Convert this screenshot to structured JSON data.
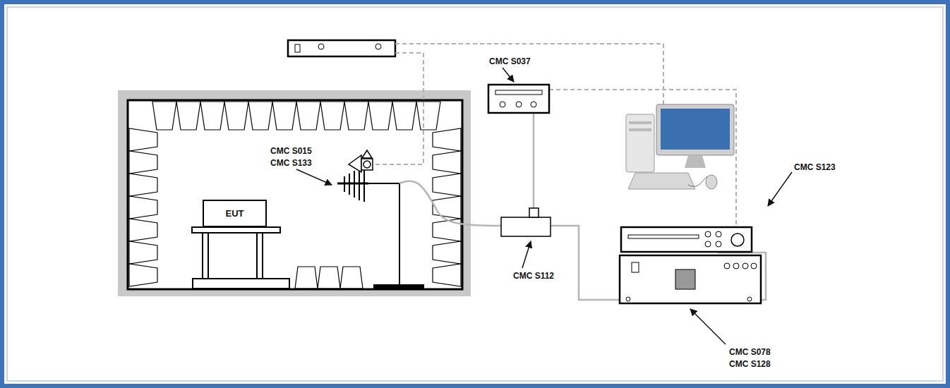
{
  "diagram": {
    "nodes": [
      {
        "text": [
          "EUT"
        ]
      }
    ],
    "labels": [
      "CMC S037",
      "CMC S015",
      "CMC S133",
      "CMC S112",
      "CMC S123",
      "CMC S078",
      "CMC S128"
    ]
  }
}
